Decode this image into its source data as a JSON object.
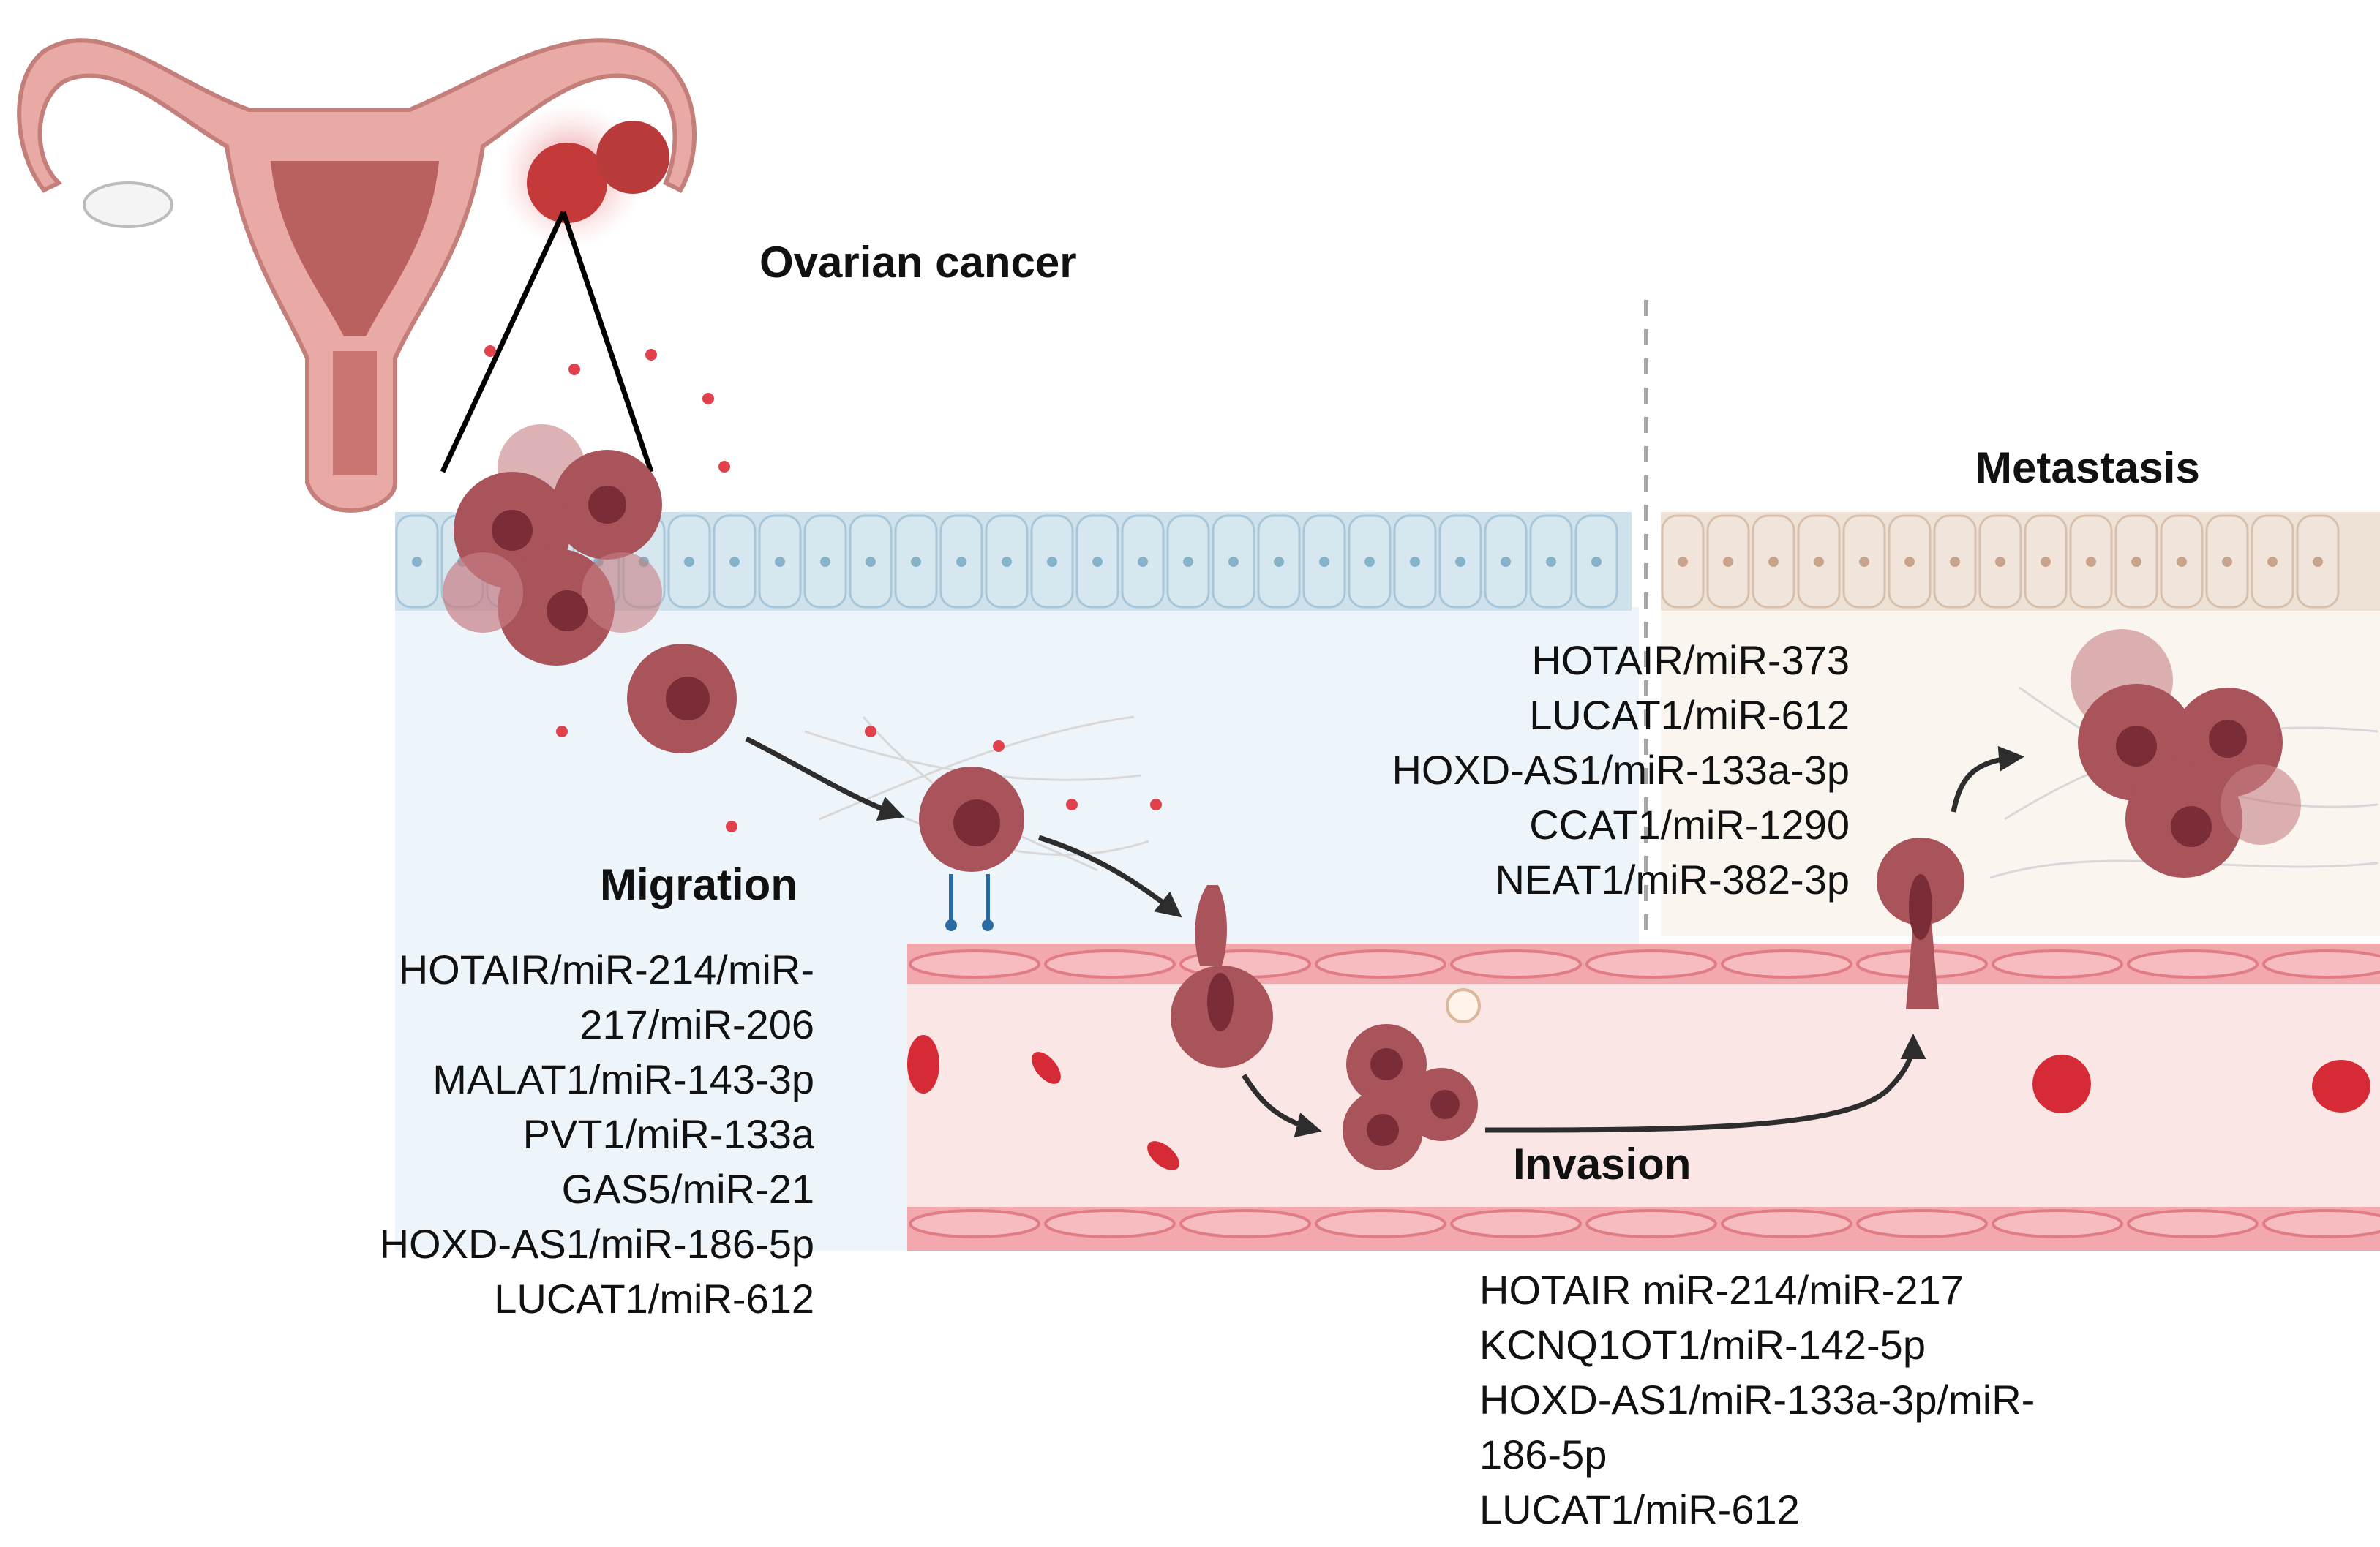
{
  "headings": {
    "ovarian": "Ovarian cancer",
    "migration": "Migration",
    "invasion": "Invasion",
    "metastasis": "Metastasis"
  },
  "migration_list": [
    "HOTAIR/miR-214/miR-",
    "217/miR-206",
    "MALAT1/miR-143-3p",
    "PVT1/miR-133a",
    "GAS5/miR-21",
    "HOXD-AS1/miR-186-5p",
    "LUCAT1/miR-612"
  ],
  "metastasis_list": [
    "HOTAIR/miR-373",
    "LUCAT1/miR-612",
    "HOXD-AS1/miR-133a-3p",
    "CCAT1/miR-1290",
    "NEAT1/miR-382-3p"
  ],
  "invasion_list": [
    "HOTAIR miR-214/miR-217",
    "KCNQ1OT1/miR-142-5p",
    "HOXD-AS1/miR-133a-3p/miR-",
    "186-5p",
    "LUCAT1/miR-612"
  ],
  "colors": {
    "epithelium_blue": "#cfe2ec",
    "epithelium_tan": "#eee1d6",
    "tumor": "#a9535b",
    "tumor_dark": "#7a2d36",
    "vessel_wall": "#f2a6ab",
    "vessel_lumen": "#fbe3e3",
    "rbc": "#d62a36",
    "uterus": "#e9a9a4",
    "arrow": "#2d2d2d"
  }
}
